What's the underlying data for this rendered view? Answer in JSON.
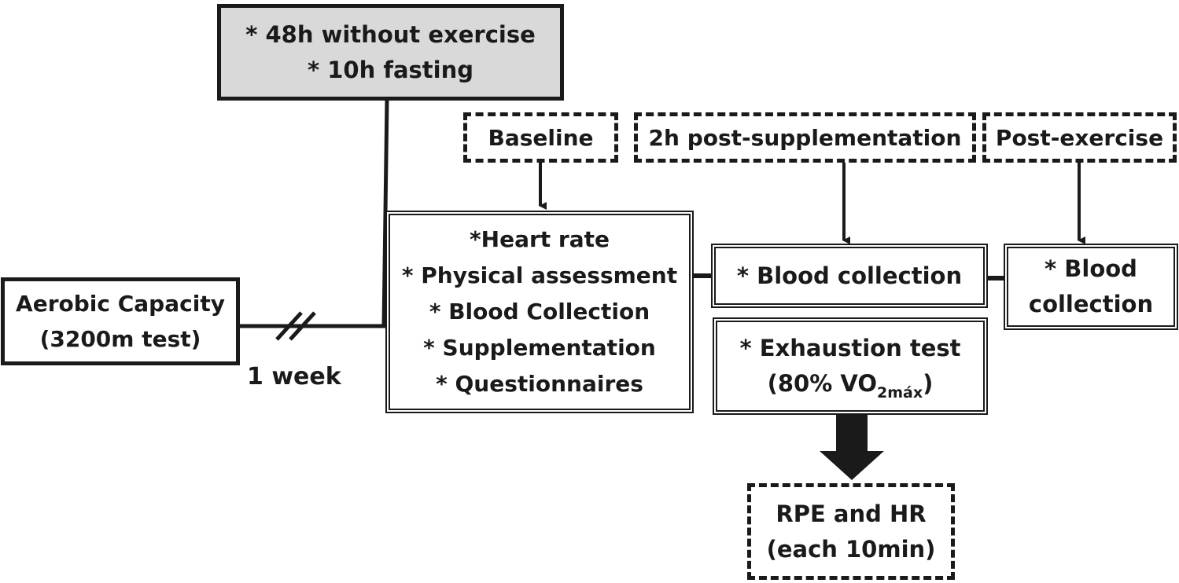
{
  "conditions": {
    "lines": [
      "* 48h without exercise",
      "* 10h fasting"
    ]
  },
  "aerobic": {
    "lines": [
      "Aerobic Capacity",
      "(3200m test)"
    ]
  },
  "interval_label": "1 week",
  "phases": {
    "baseline": "Baseline",
    "post_supplementation": "2h post-supplementation",
    "post_exercise": "Post-exercise"
  },
  "baseline_tasks": [
    "*Heart rate",
    "* Physical assessment",
    "* Blood Collection",
    "* Supplementation",
    "* Questionnaires"
  ],
  "blood_collection_2h": "* Blood collection",
  "blood_collection_post": [
    "* Blood",
    "collection"
  ],
  "exhaustion": {
    "line1": "* Exhaustion test",
    "line2_prefix": "(80% VO",
    "line2_sub": "2máx",
    "line2_suffix": ")"
  },
  "monitoring": {
    "lines": [
      "RPE and HR",
      "(each 10min)"
    ]
  },
  "colors": {
    "stroke": "#1a1a1a",
    "conditions_fill": "#d9d9d9",
    "background": "#ffffff"
  }
}
